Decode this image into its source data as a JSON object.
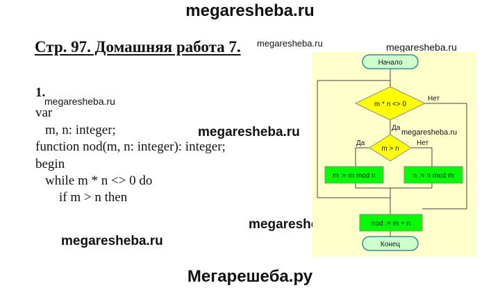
{
  "watermarks": {
    "top": "megaresheba.ru",
    "after_heading": "megaresheba.ru",
    "flowchart_top": "megaresheba.ru",
    "after_number": "megaresheba.ru",
    "middle": "megaresheba.ru",
    "flowchart_side": "megaresheba.ru",
    "lower_middle": "megaresheba.ru",
    "lower_left": "megaresheba.ru"
  },
  "heading": "Стр. 97. Домашняя работа 7.",
  "task_number": "1.",
  "code_lines": [
    "var",
    "m, n: integer;",
    "function nod(m, n: integer): integer;",
    "begin",
    "while m * n <> 0 do",
    "if m > n then"
  ],
  "flowchart": {
    "start": "Начало",
    "condition1": "m * n <> 0",
    "no1": "Нет",
    "yes1": "Да",
    "condition2": "m > n",
    "yes2": "Да",
    "no2": "Нет",
    "action_left": "m := m mod n",
    "action_right": "n := n mod m",
    "result": "nod := m + n",
    "end": "Конец",
    "colors": {
      "background": "#ffffcc",
      "terminal_fill": "#ccffcc",
      "terminal_stroke": "#3a8a9a",
      "decision_fill": "#ffff00",
      "process_fill": "#00ff00",
      "line": "#404040"
    }
  },
  "footer": "Мегарешеба.ру"
}
